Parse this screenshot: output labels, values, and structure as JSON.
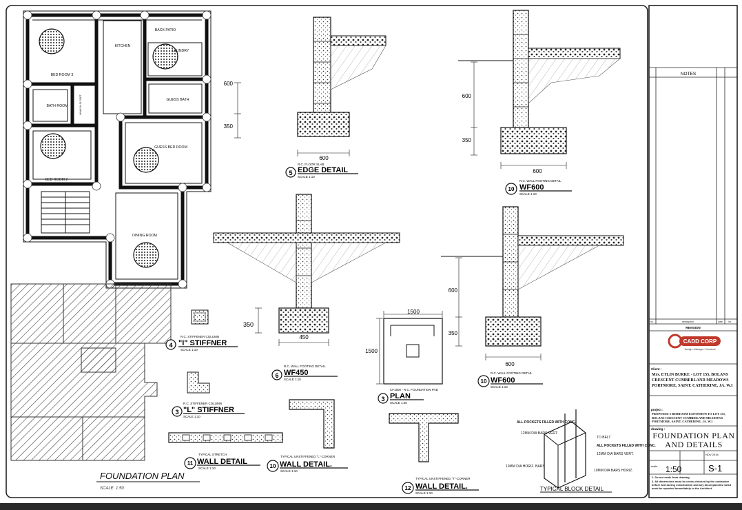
{
  "floor_plan": {
    "rooms": [
      "BED ROOM 3",
      "KITCHEN",
      "LAUNDRY",
      "BACK PATIO",
      "BATH ROOM",
      "WALK-IN CLOSET",
      "GUESS BATH",
      "BED ROOM 2",
      "GUESS BED ROOM",
      "DINING ROOM"
    ],
    "title": "FOUNDATION PLAN",
    "scale": "SCALE: 1:50"
  },
  "details": [
    {
      "num": "5",
      "title": "EDGE DETAIL",
      "subtitle": "R.C. FLOOR SLAB",
      "scale": "SCALE 1:10",
      "dims": [
        "600",
        "350",
        "600"
      ]
    },
    {
      "num": "10",
      "title": "WF600",
      "subtitle": "R.C. WALL FOOTING DETAIL",
      "scale": "SCALE 1:10",
      "dims": [
        "600",
        "350",
        "600"
      ]
    },
    {
      "num": "6",
      "title": "WF450",
      "subtitle": "R.C. WALL FOOTING DETAIL",
      "scale": "SCALE 1:10",
      "dims": [
        "350",
        "450"
      ]
    },
    {
      "num": "10",
      "title": "WF600",
      "subtitle": "R.C. WALL FOOTING DETAIL",
      "scale": "SCALE 1:10",
      "dims": [
        "600",
        "350",
        "600"
      ]
    },
    {
      "num": "3",
      "title": "PLAN",
      "subtitle": "CF1500 - R.C. FOUNDATION PAD",
      "scale": "SCALE 1:20",
      "dims": [
        "1500",
        "1500"
      ]
    },
    {
      "num": "4",
      "title": "\"I\" STIFFNER",
      "subtitle": "R.C. STIFFENER COLUMN",
      "scale": "SCALE 1:10"
    },
    {
      "num": "3",
      "title": "\"L\" STIFFNER",
      "subtitle": "R.C. STIFFENER COLUMN",
      "scale": "SCALE 1:10"
    },
    {
      "num": "11",
      "title": "WALL DETAIL",
      "subtitle": "TYPICAL STRETCH",
      "scale": "SCALE 1:10"
    },
    {
      "num": "10",
      "title": "WALL DETAIL.",
      "subtitle": "TYPICAL UNSTIFFENED \"L\"-CORNER",
      "scale": "SCALE 1:10"
    },
    {
      "num": "12",
      "title": "WALL DETAIL.",
      "subtitle": "TYPICAL UNSTIFFENED \"T\"-CORNER",
      "scale": "SCALE 1:10"
    }
  ],
  "block_detail": {
    "title": "TYPICAL BLOCK DETAIL",
    "notes": [
      "ALL POCKETS FILLED WITH CONC.",
      "12MM DIA BARS VERT.",
      "TO BELT",
      "ALL POCKETS FILLED WITH CONC.",
      "12MM DIA BARS VERT.",
      "10MM DIA HORIZ. BARS",
      "10MM DIA BARS HORIZ."
    ]
  },
  "title_block": {
    "notes_header": "NOTES",
    "revision_cols": [
      "no.",
      "description",
      "date",
      "int."
    ],
    "revision_label": "REVISION",
    "company": "CADD CORP",
    "company_tag": "Design • Manage • Construct",
    "client_label": "Client :",
    "client": "Mrs. ETLIN BURKE - LOT 155, BOLANS CRESCENT CUMBERLAND MEADOWS PORTMORE, SAINT. CATHERINE, JA. W.I",
    "project_label": "project :",
    "project": "PROPOSED 3 BEDROOM EXPANSION TO LOT 155, BOLANS CRESCENT CUMBERLAND MEADOWS PORTMORE, SAINT. CATHERINE, JA. W.I",
    "drawing_label": "drawing :",
    "drawing": "FOUNDATION PLAN AND DETAILS",
    "scale_label": "scale :",
    "scale": "1:50",
    "sheet": "S-1",
    "date": "NOV 2016",
    "notes": [
      "1.  Do not scale from drawing",
      "2.  All dimensions must be cross-checked by the contractor before and during construction and any discrepancies noted must be reported immediately to the Architect."
    ]
  }
}
